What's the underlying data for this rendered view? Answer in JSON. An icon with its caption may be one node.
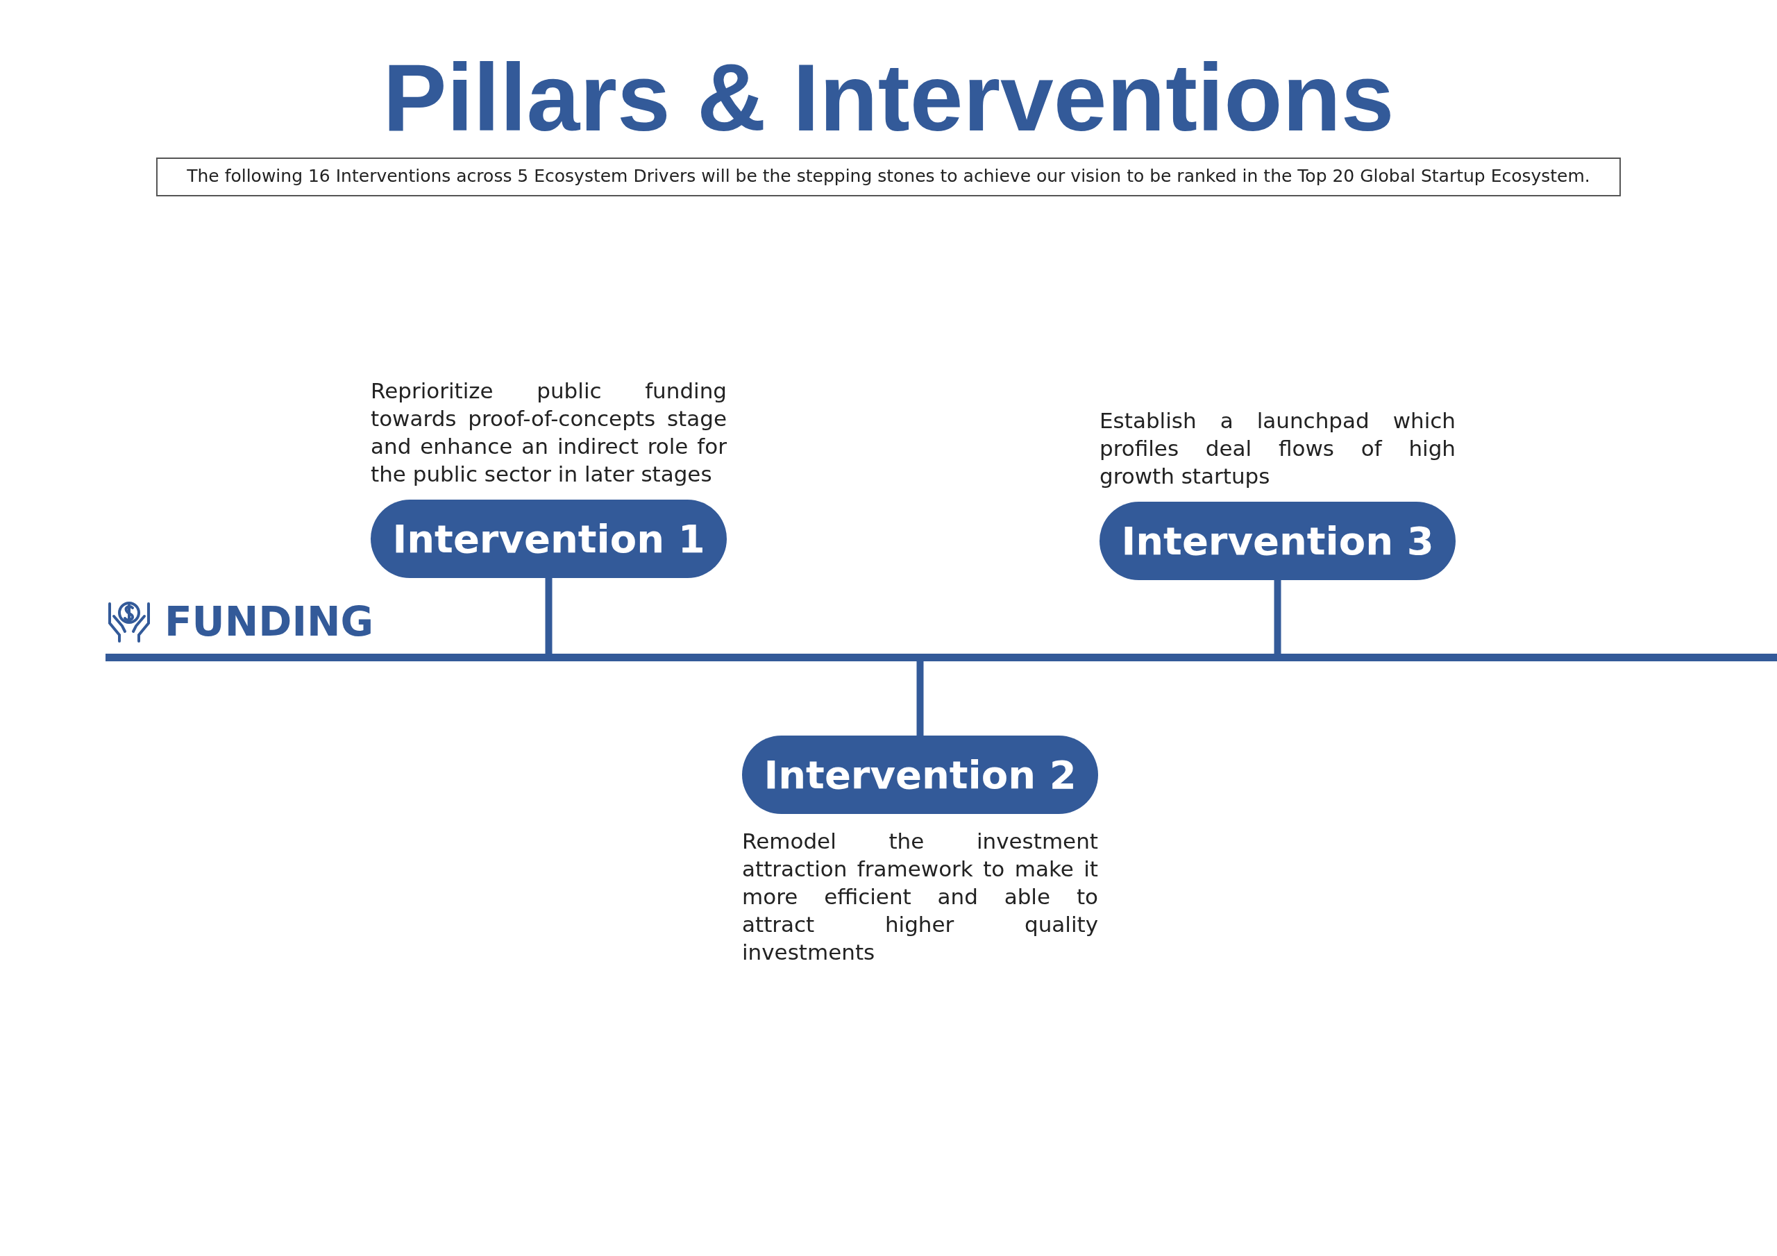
{
  "diagram": {
    "title": "Pillars & Interventions",
    "nodes": [
      {
        "text": [
          "The following 16 Interventions across 5 Ecosystem Drivers will be the stepping stones to achieve our vision to be ranked in the Top 20 Global Startup Ecosystem."
        ]
      },
      {
        "text": [
          "Intervention 1"
        ],
        "beside": [
          "Reprioritize public funding towards proof-of-concepts stage and enhance an indirect role for the public sector in later stages"
        ]
      },
      {
        "text": [
          "Intervention 2"
        ],
        "beside": [
          "Remodel the investment attraction framework to make it more efficient and able to attract higher quality investments"
        ]
      },
      {
        "text": [
          "Intervention 3"
        ],
        "beside": [
          "Establish a launchpad which profiles deal flows of high growth startups"
        ]
      },
      {
        "text": [],
        "shape": "bar"
      }
    ],
    "edges": [
      {
        "from": 1,
        "to": 4,
        "arrow": "none"
      },
      {
        "from": 2,
        "to": 4,
        "arrow": "none"
      },
      {
        "from": 3,
        "to": 4,
        "arrow": "none"
      }
    ],
    "labels": [
      "FUNDING"
    ]
  }
}
